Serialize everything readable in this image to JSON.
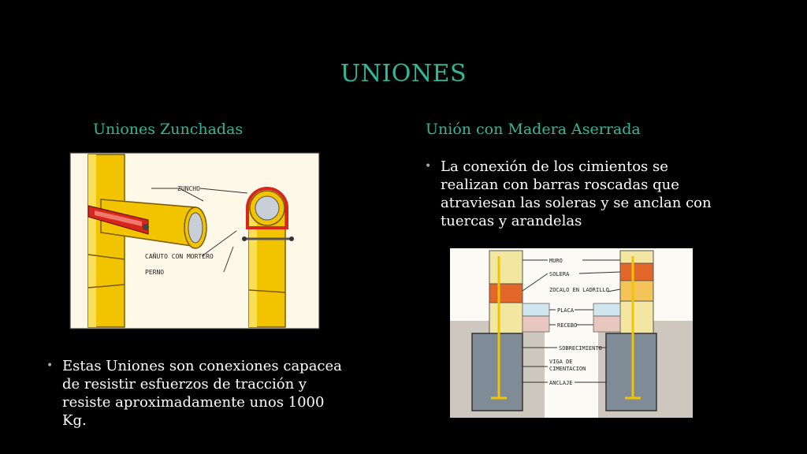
{
  "slide": {
    "title": "UNIONES",
    "left": {
      "heading": "Uniones Zunchadas",
      "bullet": "Estas Uniones son conexiones capacea de resistir  esfuerzos de tracción y resiste aproximadamente unos 1000 Kg.",
      "figure_labels": {
        "zuncho": "ZUNCHO",
        "canuto": "CAÑUTO CON MORTERO",
        "perno": "PERNO"
      }
    },
    "right": {
      "heading": "Unión con Madera Aserrada",
      "bullet": "La conexión de los cimientos se realizan con barras roscadas que atraviesan las soleras y se anclan con tuercas y arandelas",
      "figure_labels": {
        "muro": "MURO",
        "solera": "SOLERA",
        "zocalo": "ZOCALO EN LADRILLO",
        "placa": "PLACA",
        "recebo": "RECEBO",
        "sobrecimiento": "SOBRECIMIENTO",
        "viga1": "VIGA DE",
        "viga2": "CIMENTACION",
        "anclaje": "ANCLAJE"
      }
    }
  },
  "colors": {
    "accent": "#2fb89a",
    "bamboo": "#f2c400",
    "strap": "#d8261c",
    "foundation": "#7f8c98",
    "brick": "#e3672b"
  }
}
